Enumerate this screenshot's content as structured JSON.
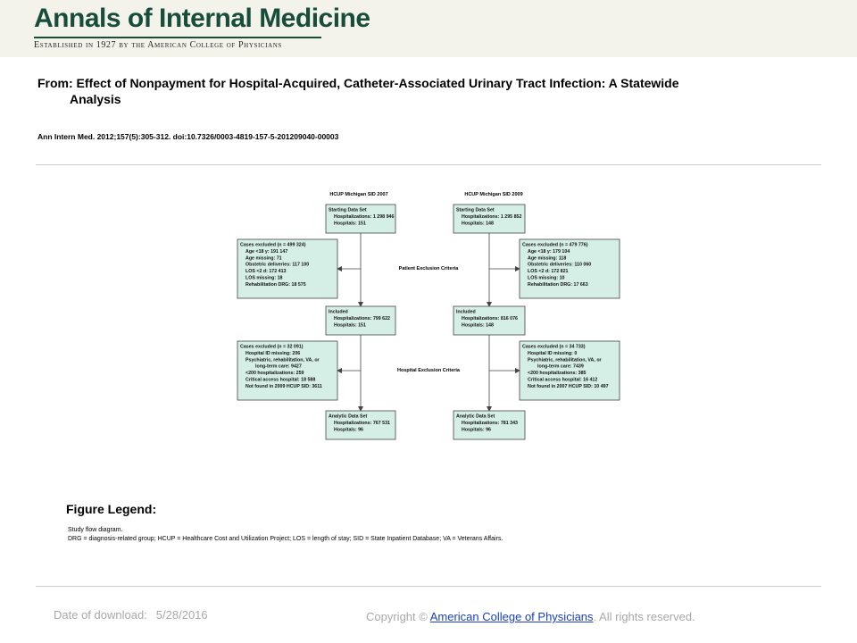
{
  "header": {
    "journal_name": "Annals of Internal Medicine",
    "tagline": "Established in 1927 by the American College of Physicians"
  },
  "article": {
    "title_line1": "From: Effect of Nonpayment for Hospital-Acquired, Catheter-Associated Urinary Tract Infection: A Statewide",
    "title_line2": "Analysis",
    "citation": "Ann Intern Med. 2012;157(5):305-312. doi:10.7326/0003-4819-157-5-201209040-00003"
  },
  "figure": {
    "columns": [
      {
        "header": "HCUP Michigan SID 2007",
        "start": [
          "Starting Data Set",
          "Hospitalizations: 1 298 946",
          "Hospitals: 151"
        ],
        "excluded_patient": [
          "Cases excluded (n = 499 324)",
          "Age <18 y: 191 147",
          "Age missing: 71",
          "Obstetric deliveries: 117 100",
          "LOS <2 d: 172 413",
          "LOS missing: 18",
          "Rehabilitation DRG: 18 575"
        ],
        "included": [
          "Included",
          "Hospitalizations: 799 622",
          "Hospitals: 151"
        ],
        "excluded_hospital": [
          "Cases excluded (n = 32 091)",
          "Hospital ID missing: 206",
          "Psychiatric, rehabilitation, VA, or",
          "long-term care: 9427",
          "<200 hospitalizations: 259",
          "Critical access hospital: 18 588",
          "Not found in 2009 HCUP SID: 3611"
        ],
        "analytic": [
          "Analytic Data Set",
          "Hospitalizations: 767 531",
          "Hospitals: 96"
        ]
      },
      {
        "header": "HCUP Michigan SID 2009",
        "start": [
          "Starting Data Set",
          "Hospitalizations: 1 295 852",
          "Hospitals: 148"
        ],
        "excluded_patient": [
          "Cases excluded (n = 479 776)",
          "Age <18 y: 179 104",
          "Age missing: 118",
          "Obstetric deliveries: 110 060",
          "LOS <2 d: 172 821",
          "LOS missing: 10",
          "Rehabilitation DRG: 17 663"
        ],
        "included": [
          "Included",
          "Hospitalizations: 816 076",
          "Hospitals: 148"
        ],
        "excluded_hospital": [
          "Cases excluded (n = 34 733)",
          "Hospital ID missing: 0",
          "Psychiatric, rehabilitation, VA, or",
          "long-term care: 7439",
          "<200 hospitalizations: 385",
          "Critical access hospital: 16 412",
          "Not found in 2007 HCUP SID: 10 497"
        ],
        "analytic": [
          "Analytic Data Set",
          "Hospitalizations: 781 343",
          "Hospitals: 96"
        ]
      }
    ],
    "patient_criteria_label": "Patient Exclusion Criteria",
    "hospital_criteria_label": "Hospital Exclusion Criteria",
    "box_fill": "#d6efe6",
    "box_stroke": "#444444"
  },
  "legend": {
    "heading": "Figure Legend:",
    "line1": "Study flow diagram.",
    "line2": "DRG = diagnosis-related group; HCUP = Healthcare Cost and Utilization Project; LOS = length of stay; SID = State Inpatient Database; VA = Veterans Affairs."
  },
  "footer": {
    "date_label": "Date of download:",
    "date_value": "5/28/2016",
    "copyright_prefix": "Copyright ©",
    "publisher_link": "American College of Physicians",
    "copyright_suffix": ". All rights reserved."
  }
}
